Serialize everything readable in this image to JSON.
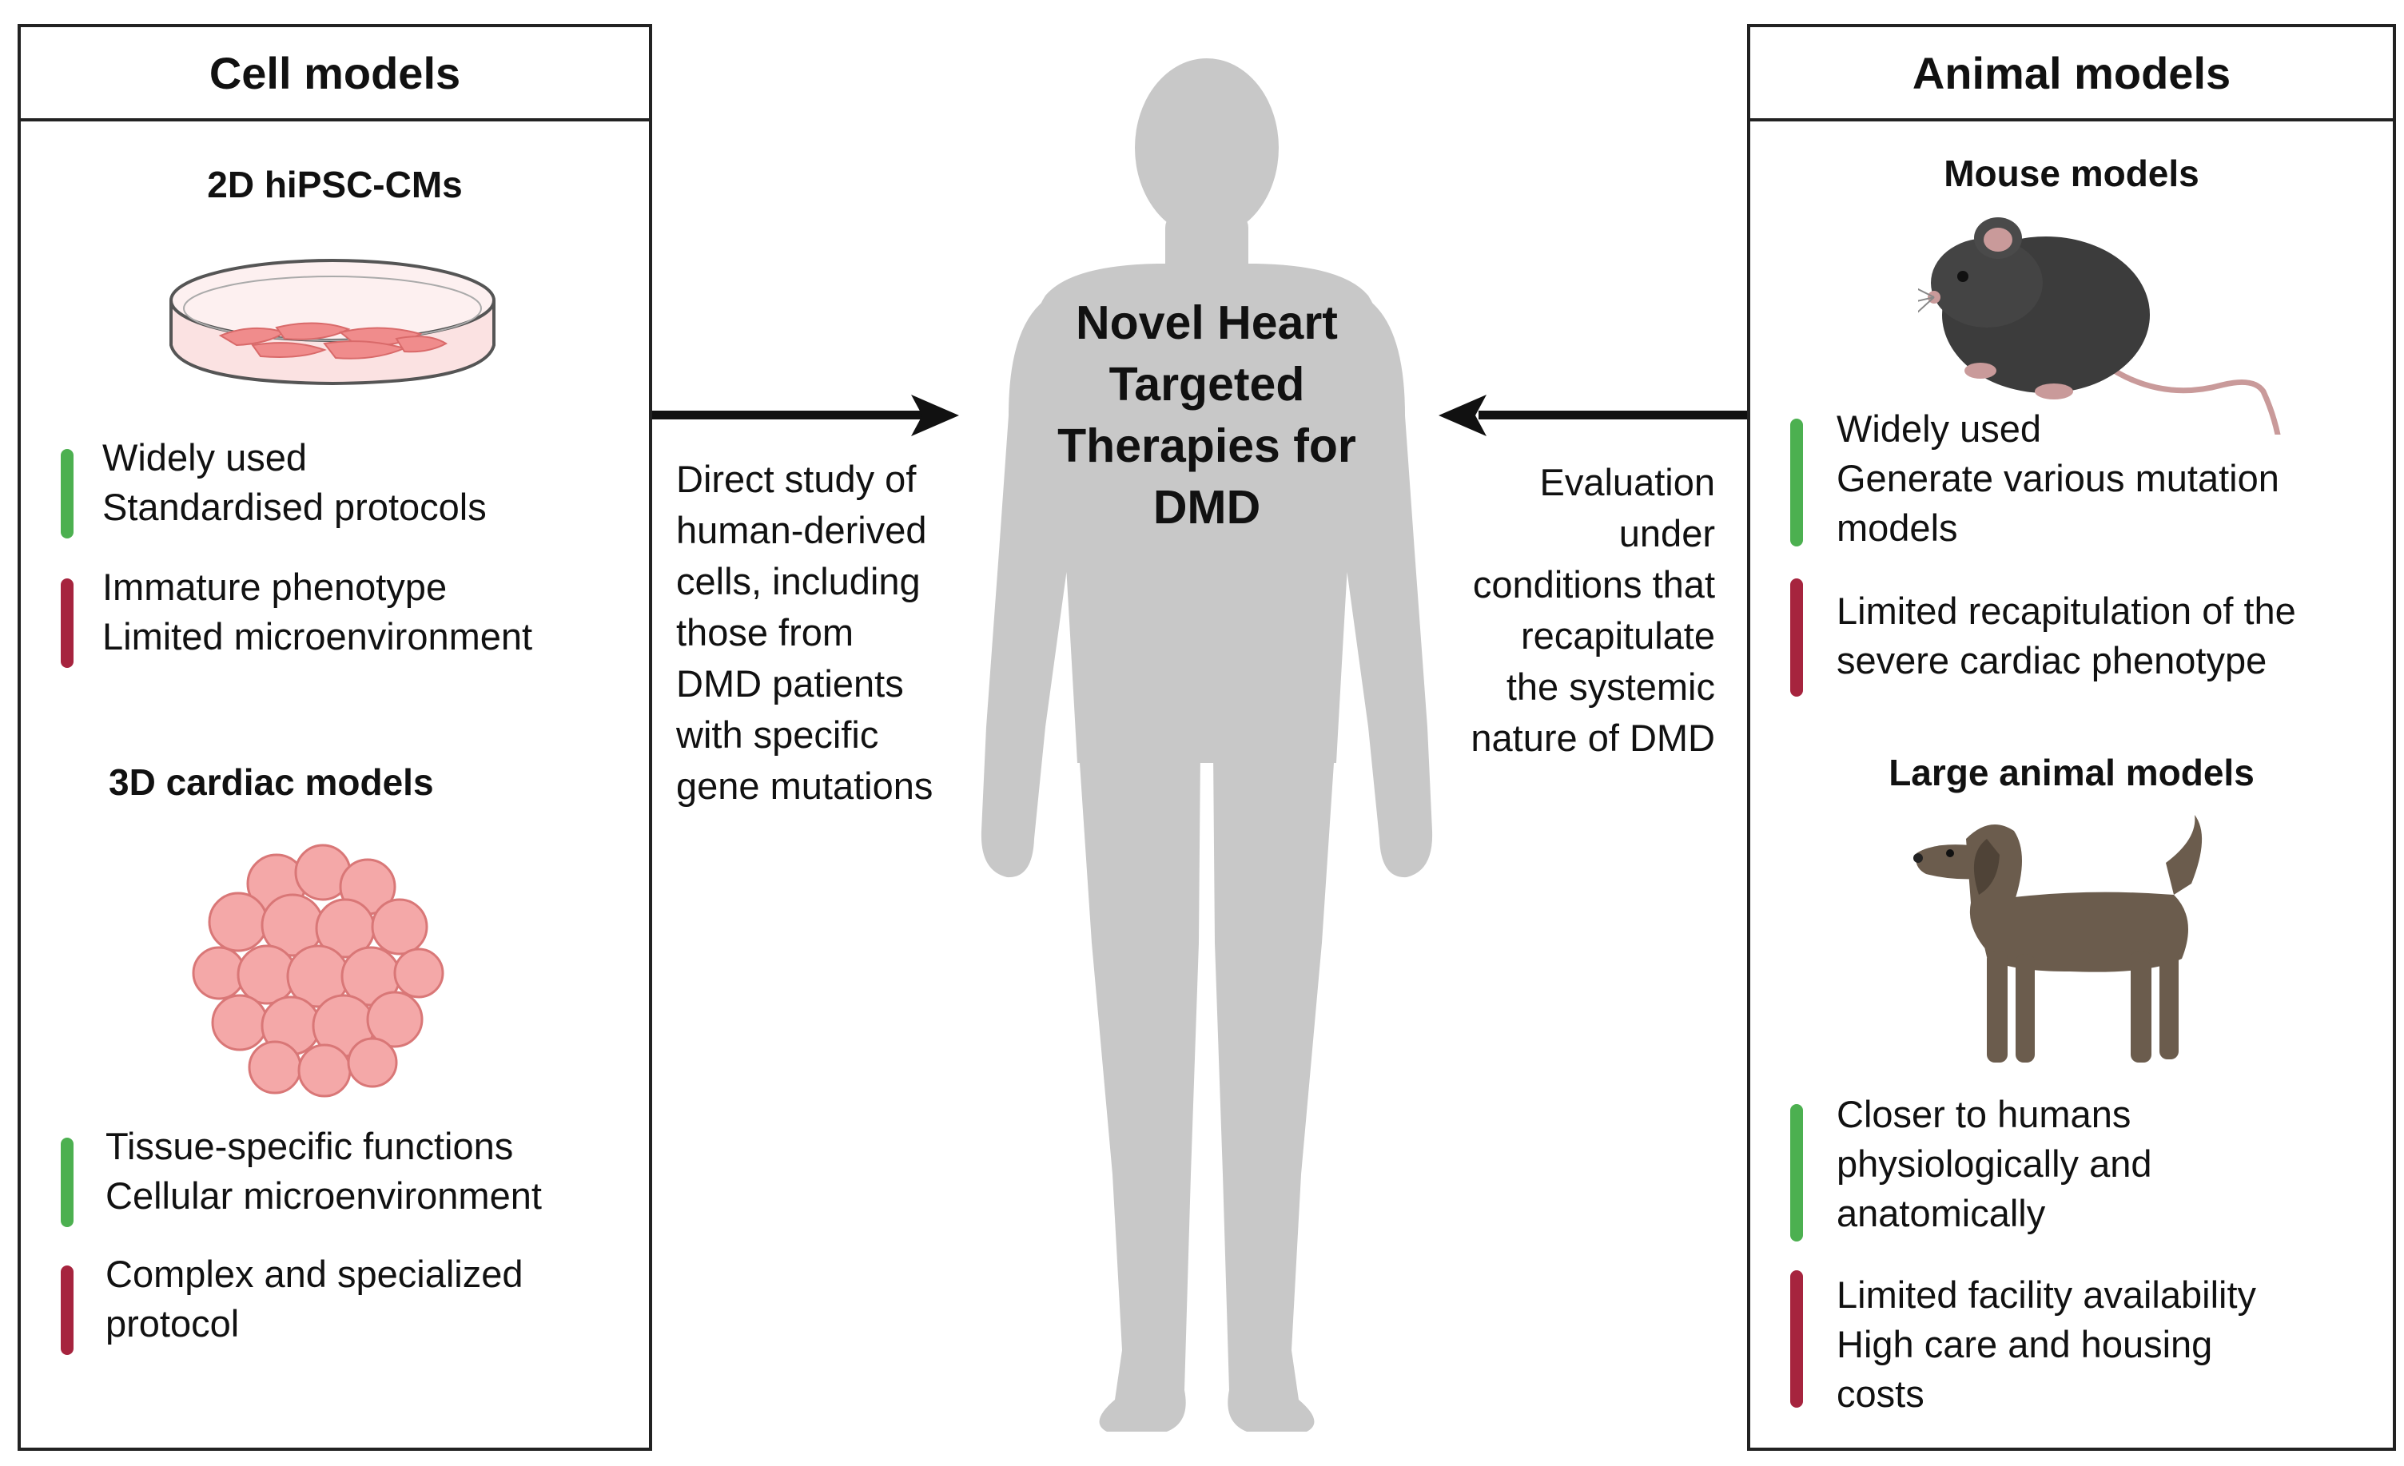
{
  "cell_panel": {
    "title": "Cell models",
    "sub1": {
      "title": "2D hiPSC-CMs",
      "pros": [
        "Widely used",
        "Standardised protocols"
      ],
      "cons": [
        "Immature phenotype",
        "Limited microenvironment"
      ]
    },
    "sub2": {
      "title": "3D cardiac models",
      "pros": [
        "Tissue-specific functions",
        "Cellular microenvironment"
      ],
      "cons": [
        "Complex and specialized",
        "protocol"
      ]
    }
  },
  "animal_panel": {
    "title": "Animal models",
    "sub1": {
      "title": "Mouse models",
      "pros": [
        "Widely used",
        "Generate various mutation",
        "models"
      ],
      "cons": [
        "Limited recapitulation of the",
        "severe cardiac phenotype"
      ]
    },
    "sub2": {
      "title": "Large animal models",
      "pros": [
        "Closer to humans",
        "physiologically and",
        "anatomically"
      ],
      "cons": [
        "Limited facility availability",
        "High care and housing",
        "costs"
      ]
    }
  },
  "center": {
    "title_lines": [
      "Novel Heart",
      "Targeted",
      "Therapies for",
      "DMD"
    ],
    "left_desc": [
      "Direct study of",
      "human-derived",
      "cells, including",
      "those from",
      "DMD patients",
      "with specific",
      "gene mutations"
    ],
    "right_desc": [
      "Evaluation",
      "under",
      "conditions that",
      "recapitulate",
      "the systemic",
      "nature of DMD"
    ]
  },
  "colors": {
    "pro": "#4cb050",
    "con": "#a6243e",
    "silhouette": "#c8c8c8",
    "cell_tissue": "#f2a4a4"
  },
  "icons": [
    "petri-dish-icon",
    "organoid-icon",
    "mouse-icon",
    "dog-icon",
    "human-silhouette-icon"
  ]
}
